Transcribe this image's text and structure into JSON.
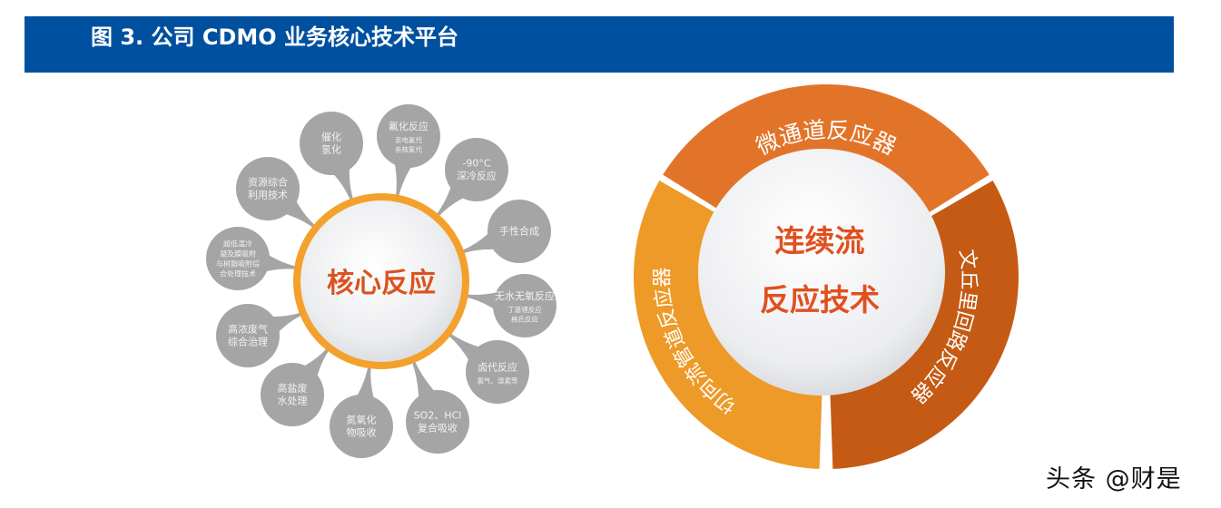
{
  "header": {
    "title": "图 3. 公司 CDMO 业务核心技术平台",
    "background": "#0050A0"
  },
  "left_diagram": {
    "center_label": "核心反应",
    "center_color": "#D9531E",
    "ring_color": "#F3A12C",
    "bubble_color": "#A5A5A5",
    "bubbles": [
      {
        "lines": [
          "催化",
          "氢化"
        ],
        "sub": []
      },
      {
        "lines": [
          "氟化反应"
        ],
        "sub": [
          "亲电氟代",
          "亲核氟代"
        ]
      },
      {
        "lines": [
          "-90°C",
          "深冷反应"
        ],
        "sub": []
      },
      {
        "lines": [
          "手性合成"
        ],
        "sub": []
      },
      {
        "lines": [
          "无水无氧反应"
        ],
        "sub": [
          "丁基锂反应",
          "格氏反应"
        ]
      },
      {
        "lines": [
          "卤代反应"
        ],
        "sub": [
          "氯气、溴素等"
        ]
      },
      {
        "lines": [
          "SO2、HCl",
          "复合吸收"
        ],
        "sub": []
      },
      {
        "lines": [
          "氮氧化",
          "物吸收"
        ],
        "sub": []
      },
      {
        "lines": [
          "高盐废",
          "水处理"
        ],
        "sub": []
      },
      {
        "lines": [
          "高浓废气",
          "综合治理"
        ],
        "sub": []
      },
      {
        "lines": [],
        "sub": [
          "超低温冷",
          "凝及膜吸附",
          "与树脂吸附综",
          "合处理技术"
        ]
      },
      {
        "lines": [
          "资源综合",
          "利用技术"
        ],
        "sub": []
      }
    ]
  },
  "right_diagram": {
    "center_line1": "连续流",
    "center_line2": "反应技术",
    "center_color": "#E0501E",
    "segments": [
      {
        "label": "微通道反应器",
        "color": "#E2742A"
      },
      {
        "label": "文丘里回路反应器",
        "color": "#C45A14"
      },
      {
        "label": "切向流管道反应器",
        "color": "#EE9A28"
      }
    ]
  },
  "watermark": "头条 @财是"
}
